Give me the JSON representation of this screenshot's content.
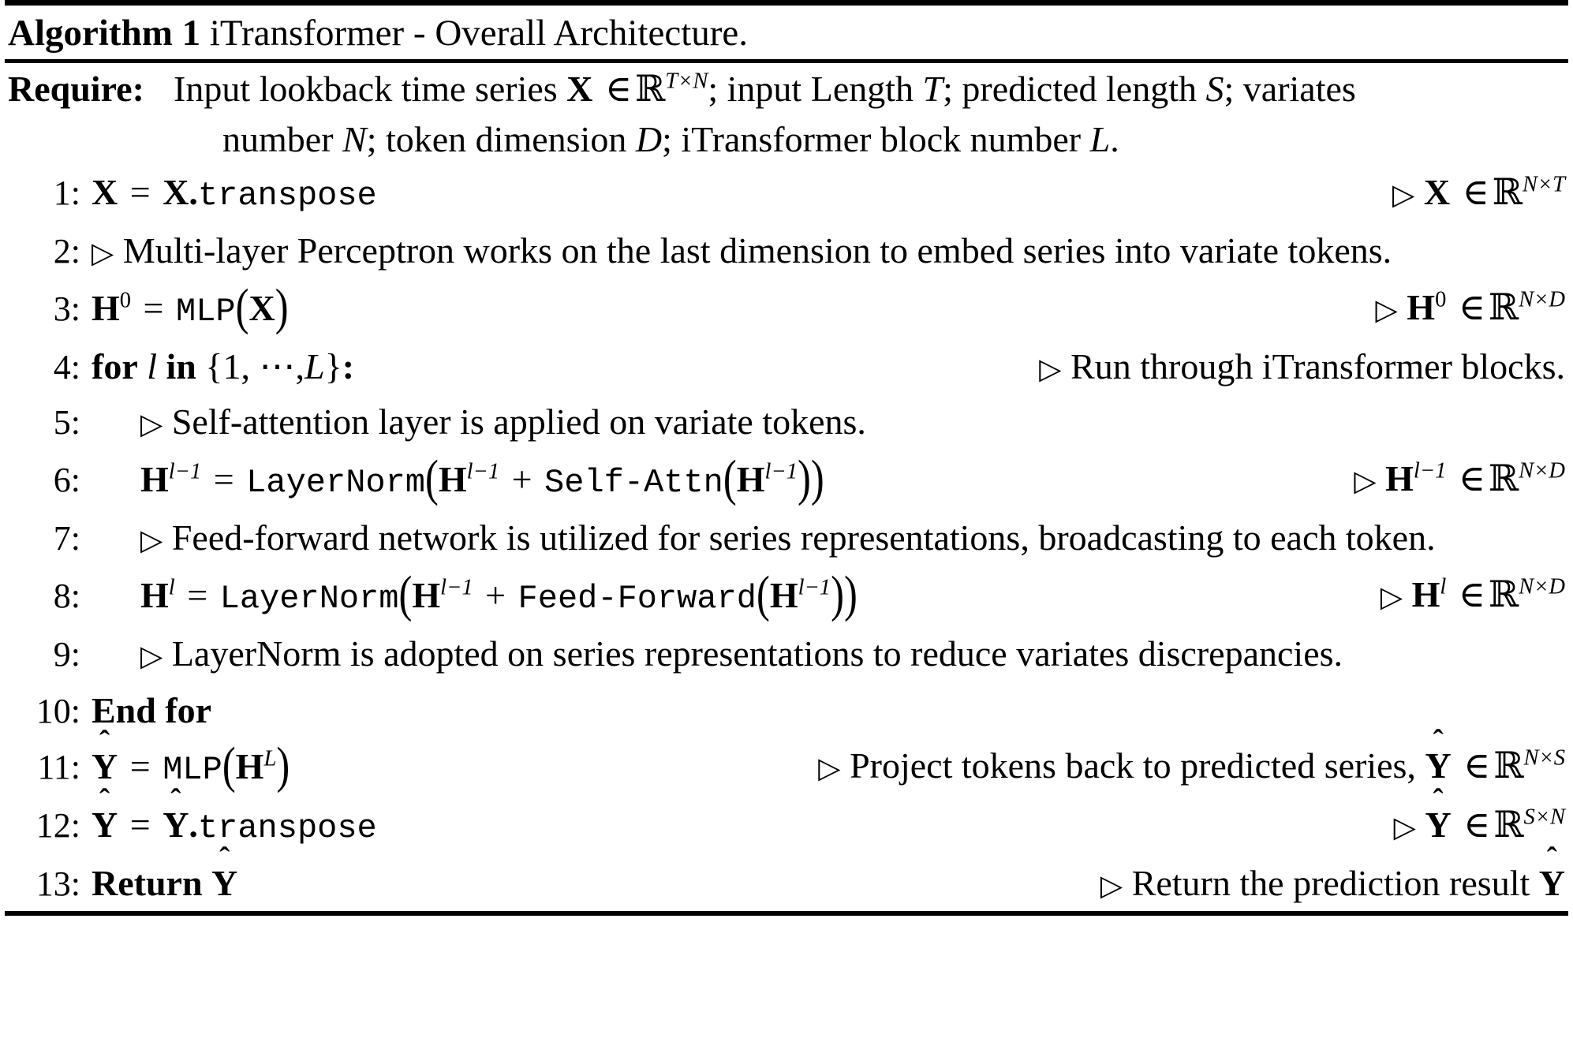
{
  "algorithm": {
    "label": "Algorithm 1",
    "title": "iTransformer - Overall Architecture.",
    "require_label": "Require:",
    "require_text_1": "Input lookback time series",
    "require_sym_1": "X",
    "require_in": "∈",
    "require_space_1": "R",
    "require_sup_1": "T×N",
    "require_text_2": "; input Length",
    "require_sym_2": "T",
    "require_text_3": "; predicted length",
    "require_sym_3": "S",
    "require_text_4": "; variates",
    "require_line2_text_1": "number",
    "require_line2_sym_1": "N",
    "require_line2_text_2": "; token dimension",
    "require_line2_sym_2": "D",
    "require_line2_text_3": "; iTransformer block number",
    "require_line2_sym_3": "L",
    "require_line2_text_4": "."
  },
  "lines": {
    "n1": "1:",
    "n2": "2:",
    "n3": "3:",
    "n4": "4:",
    "n5": "5:",
    "n6": "6:",
    "n7": "7:",
    "n8": "8:",
    "n9": "9:",
    "n10": "10:",
    "n11": "11:",
    "n12": "12:",
    "n13": "13:"
  },
  "step1": {
    "lhs": "X",
    "eq": "=",
    "rhs_var": "X",
    "rhs_dot": ".",
    "rhs_call": "transpose",
    "comment_tri": "▷",
    "comment_sym": "X",
    "comment_in": "∈",
    "comment_set": "R",
    "comment_sup": "N×T"
  },
  "step2": {
    "tri": "▷",
    "text": "Multi-layer Perceptron works on the last dimension to embed series into variate tokens."
  },
  "step3": {
    "lhs": "H",
    "lhs_sup": "0",
    "eq": "=",
    "fn": "MLP",
    "arg": "X",
    "comment_tri": "▷",
    "comment_sym": "H",
    "comment_sym_sup": "0",
    "comment_in": "∈",
    "comment_set": "R",
    "comment_sup": "N×D"
  },
  "step4": {
    "for": "for",
    "var": "l",
    "in": "in",
    "set_open": "{",
    "set_first": "1,",
    "set_dots": "⋯",
    "set_comma": ",",
    "set_last": "L",
    "set_close": "}",
    "colon": ":",
    "comment_tri": "▷",
    "comment_text": "Run through iTransformer blocks."
  },
  "step5": {
    "tri": "▷",
    "text": "Self-attention layer is applied on variate tokens."
  },
  "step6": {
    "lhs": "H",
    "lhs_sup": "l−1",
    "eq": "=",
    "fn": "LayerNorm",
    "arg1": "H",
    "arg1_sup": "l−1",
    "plus": "+",
    "inner_fn": "Self-Attn",
    "arg2": "H",
    "arg2_sup": "l−1",
    "comment_tri": "▷",
    "comment_sym": "H",
    "comment_sym_sup": "l−1",
    "comment_in": "∈",
    "comment_set": "R",
    "comment_sup": "N×D"
  },
  "step7": {
    "tri": "▷",
    "text": "Feed-forward network is utilized for series representations, broadcasting to each token."
  },
  "step8": {
    "lhs": "H",
    "lhs_sup": "l",
    "eq": "=",
    "fn": "LayerNorm",
    "arg1": "H",
    "arg1_sup": "l−1",
    "plus": "+",
    "inner_fn": "Feed-Forward",
    "arg2": "H",
    "arg2_sup": "l−1",
    "comment_tri": "▷",
    "comment_sym": "H",
    "comment_sym_sup": "l",
    "comment_in": "∈",
    "comment_set": "R",
    "comment_sup": "N×D"
  },
  "step9": {
    "tri": "▷",
    "text": "LayerNorm is adopted on series representations to reduce variates discrepancies."
  },
  "step10": {
    "text": "End for"
  },
  "step11": {
    "lhs": "Y",
    "hat": "ˆ",
    "eq": "=",
    "fn": "MLP",
    "arg": "H",
    "arg_sup": "L",
    "comment_tri": "▷",
    "comment_text": "Project tokens back to predicted series,",
    "comment_sym": "Y",
    "comment_in": "∈",
    "comment_set": "R",
    "comment_sup": "N×S"
  },
  "step12": {
    "lhs": "Y",
    "eq": "=",
    "rhs_var": "Y",
    "rhs_dot": ".",
    "rhs_call": "transpose",
    "comment_tri": "▷",
    "comment_sym": "Y",
    "comment_in": "∈",
    "comment_set": "R",
    "comment_sup": "S×N"
  },
  "step13": {
    "keyword": "Return",
    "sym": "Y",
    "comment_tri": "▷",
    "comment_text": "Return the prediction result",
    "comment_sym": "Y"
  }
}
